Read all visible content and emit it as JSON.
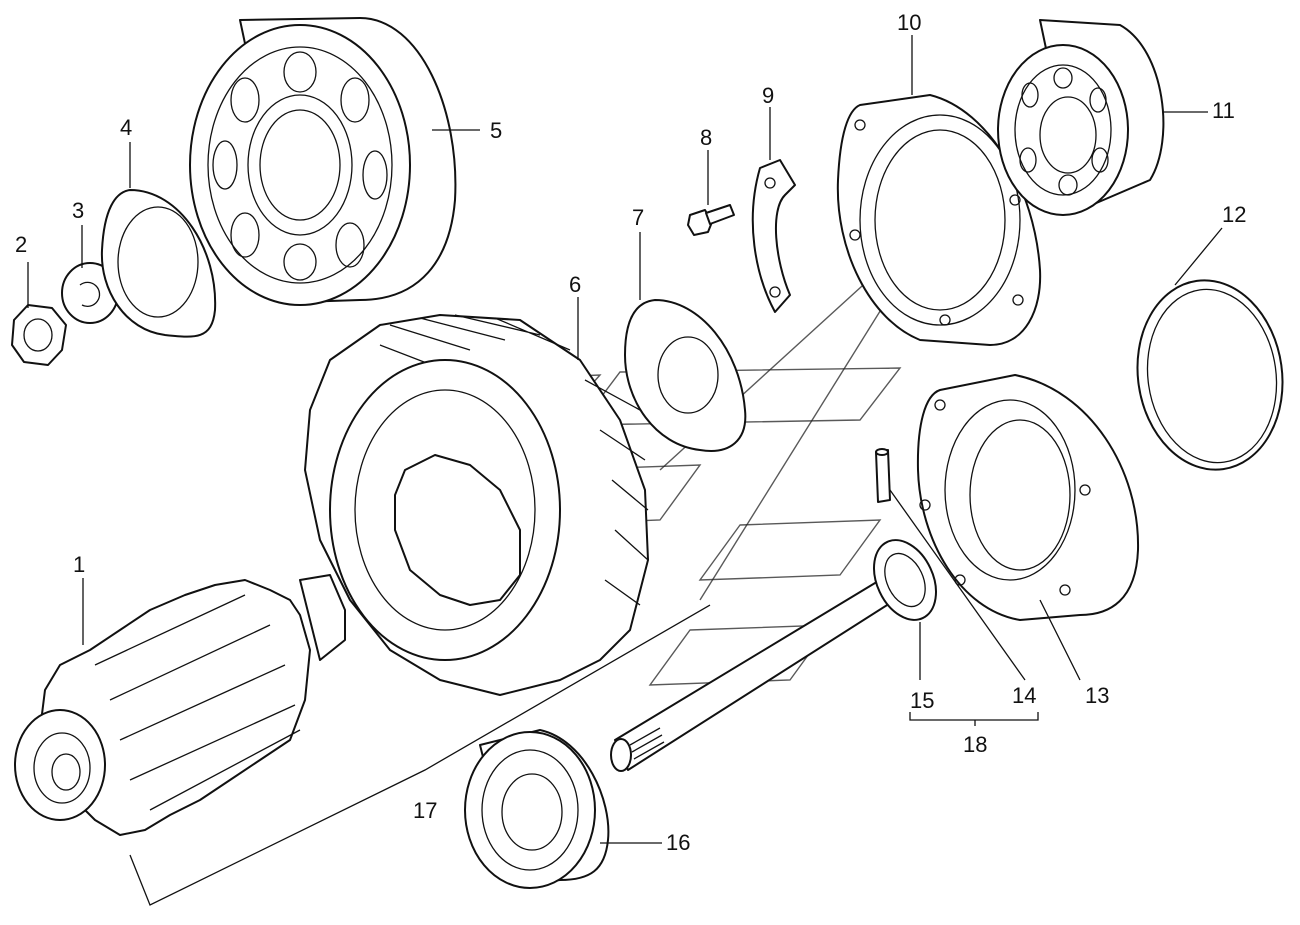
{
  "callouts": [
    {
      "id": "1",
      "text": "1"
    },
    {
      "id": "2",
      "text": "2"
    },
    {
      "id": "3",
      "text": "3"
    },
    {
      "id": "4",
      "text": "4"
    },
    {
      "id": "5",
      "text": "5"
    },
    {
      "id": "6",
      "text": "6"
    },
    {
      "id": "7",
      "text": "7"
    },
    {
      "id": "8",
      "text": "8"
    },
    {
      "id": "9",
      "text": "9"
    },
    {
      "id": "10",
      "text": "10"
    },
    {
      "id": "11",
      "text": "11"
    },
    {
      "id": "12",
      "text": "12"
    },
    {
      "id": "13",
      "text": "13"
    },
    {
      "id": "14",
      "text": "14"
    },
    {
      "id": "15",
      "text": "15"
    },
    {
      "id": "16",
      "text": "16"
    },
    {
      "id": "17",
      "text": "17"
    },
    {
      "id": "18",
      "text": "18"
    }
  ],
  "colors": {
    "line": "#111111",
    "background": "#ffffff"
  }
}
